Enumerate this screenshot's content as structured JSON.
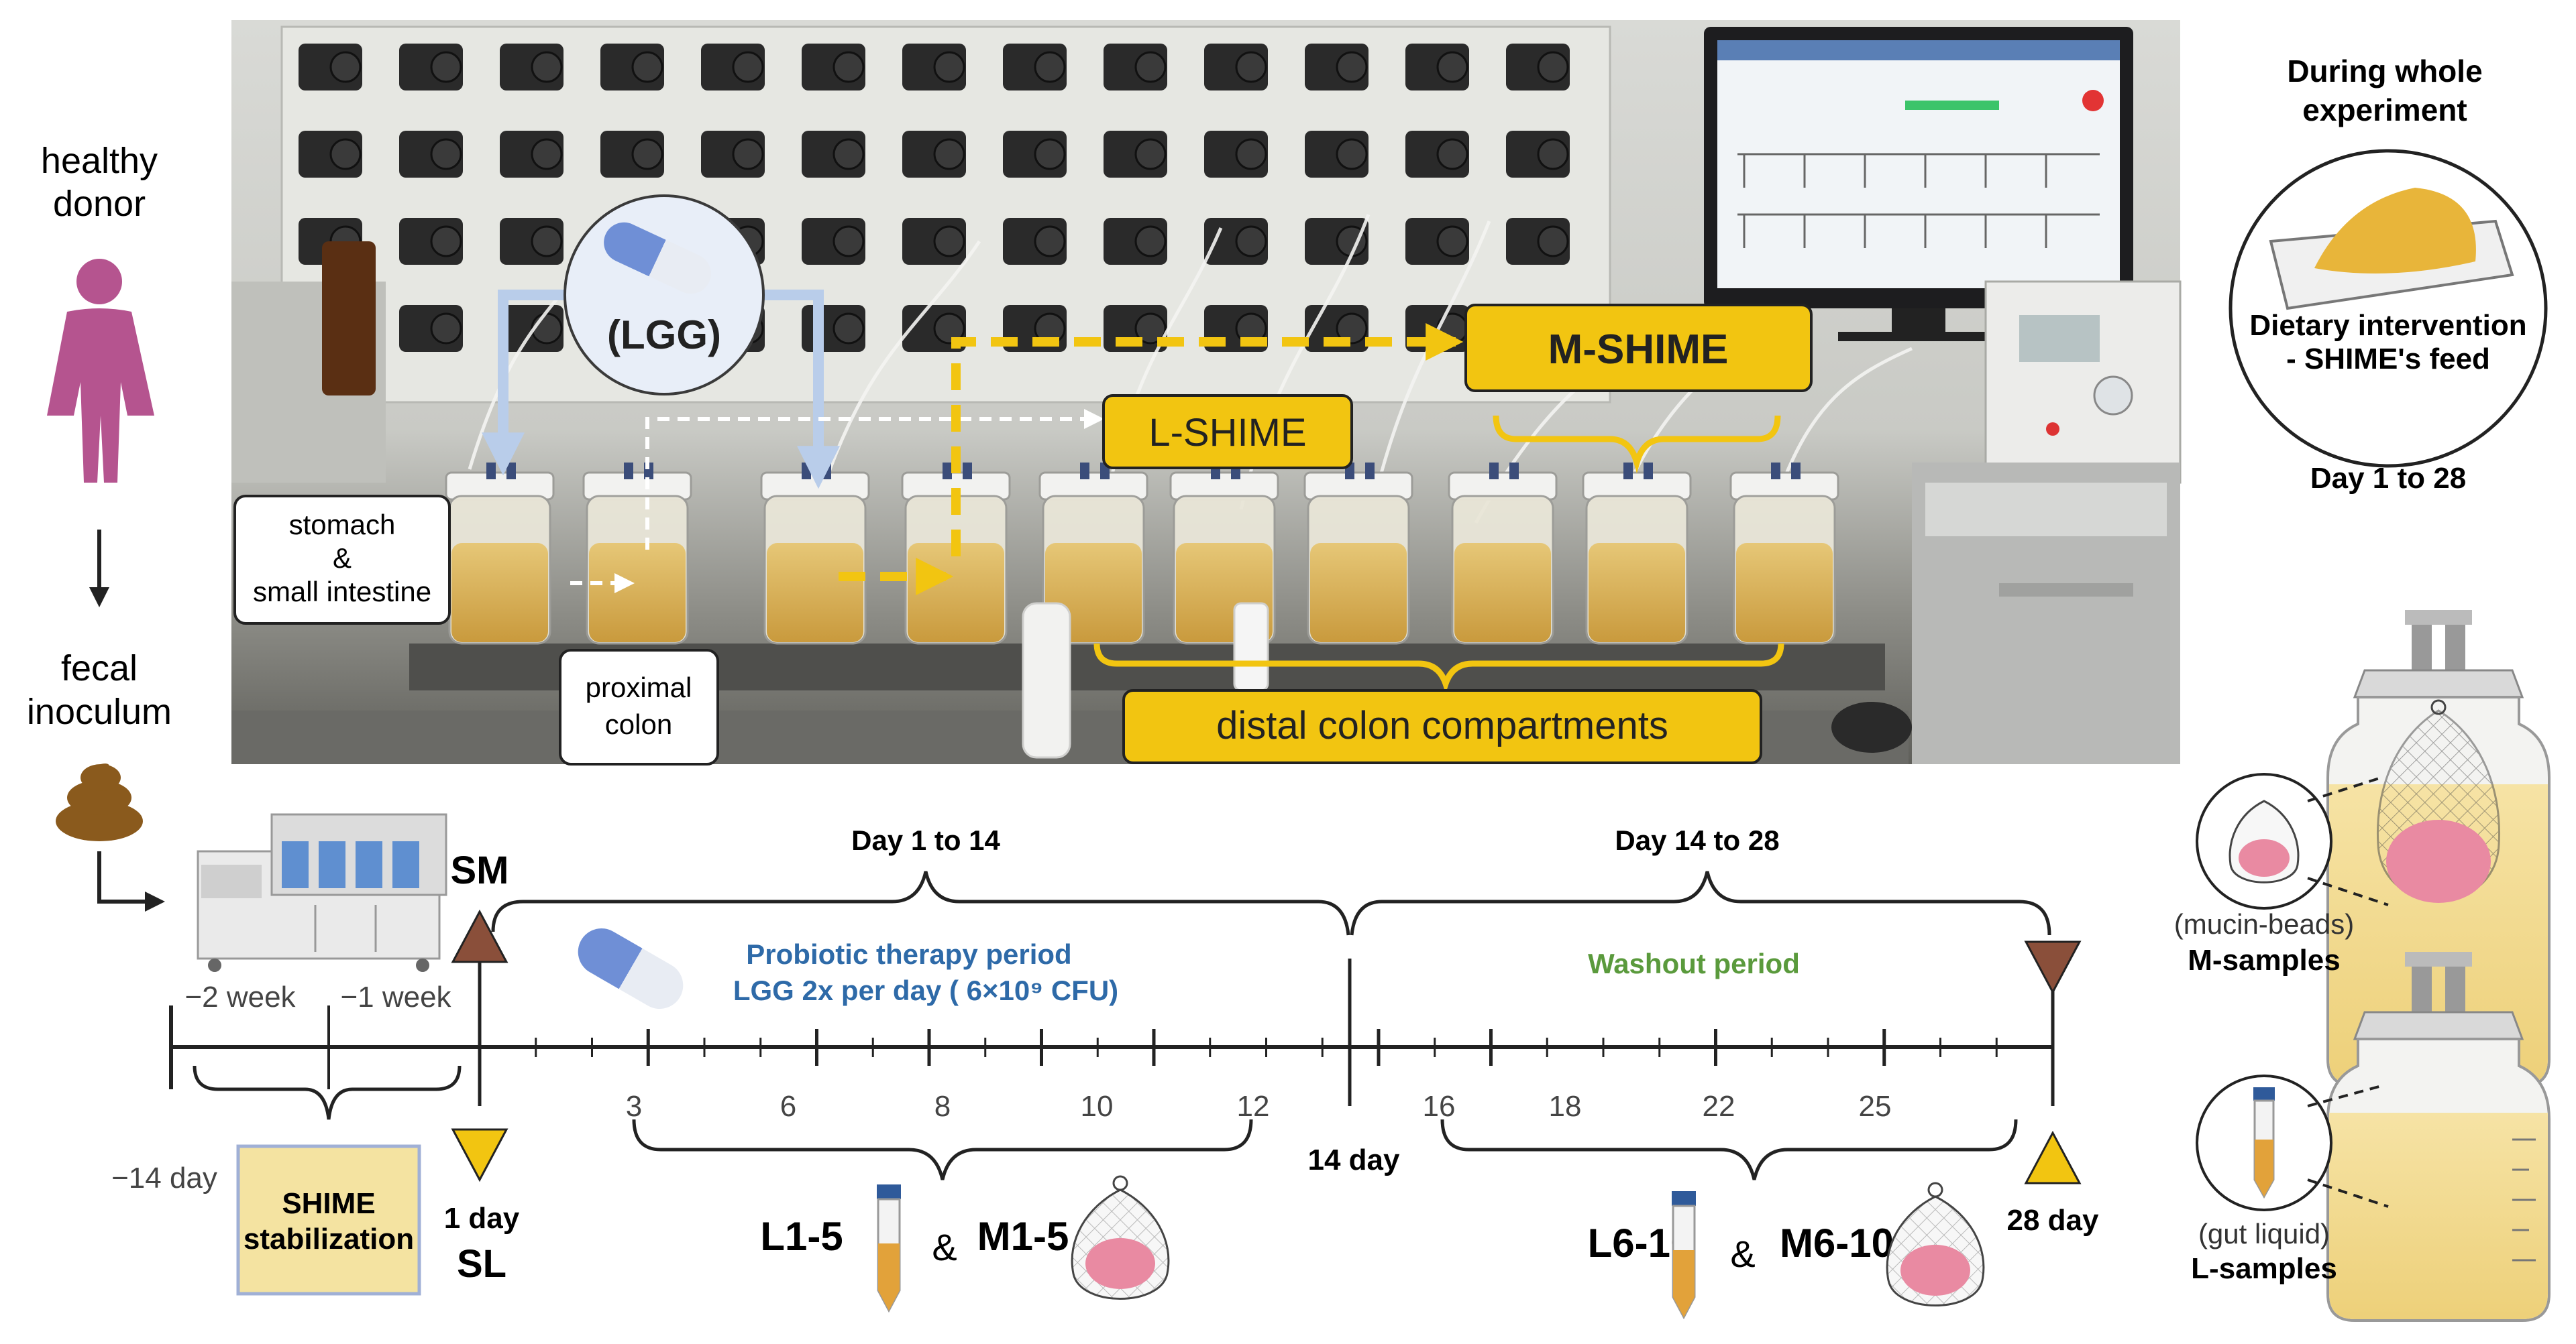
{
  "labels": {
    "healthy_donor": [
      "healthy",
      "donor"
    ],
    "fecal_inoculum": [
      "fecal",
      "inoculum"
    ],
    "lgg_capsule": "(LGG)",
    "stomach": [
      "stomach",
      "&",
      "small intestine"
    ],
    "proximal_colon": [
      "proximal",
      "colon"
    ],
    "l_shime": "L-SHIME",
    "m_shime": "M-SHIME",
    "distal_colon": "distal colon compartments",
    "during_whole": [
      "During whole",
      "experiment"
    ],
    "dietary": [
      "Dietary intervention",
      "- SHIME's feed"
    ],
    "day_1_28": "Day 1 to 28",
    "mucin_beads": "(mucin-beads)",
    "m_samples": "M-samples",
    "gut_liquid": "(gut liquid)",
    "l_samples": "L-samples"
  },
  "timeline": {
    "sm": "SM",
    "sl": "SL",
    "one_day": "1 day",
    "minus_2_week": "−2 week",
    "minus_1_week": "−1 week",
    "minus_14_day": "−14 day",
    "stabilization": [
      "SHIME",
      "stabilization"
    ],
    "day_1_14": "Day 1 to 14",
    "day_14_28": "Day 14 to 28",
    "probiotic_title": "Probiotic therapy period",
    "probiotic_dose": "LGG 2x per day ( 6×10⁹ CFU)",
    "washout": "Washout period",
    "day_14": "14 day",
    "day_28": "28 day",
    "ticks": [
      "3",
      "6",
      "8",
      "10",
      "12",
      "16",
      "18",
      "22",
      "25"
    ],
    "l1_5": "L1-5",
    "m1_5": "M1-5",
    "l6_10": "L6-10",
    "m6_10": "M6-10",
    "amp": "&"
  },
  "colors": {
    "yellow": "#f2c511",
    "yellow_dark": "#c69b00",
    "blue_title": "#2e6aa8",
    "green_title": "#5a9a3c",
    "donor_purple": "#b5548f",
    "poop_brown": "#8a5a1d",
    "triangle_brown": "#8a4f3a",
    "triangle_yellow": "#f2c511"
  }
}
